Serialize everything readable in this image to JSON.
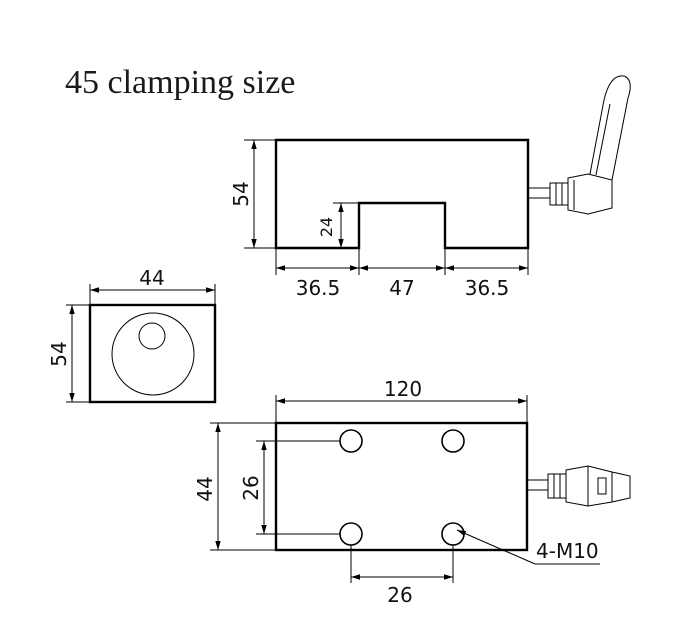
{
  "title": "45 clamping size",
  "front_view": {
    "height": "54",
    "slot_depth": "24",
    "left_width": "36.5",
    "slot_width": "47",
    "right_width": "36.5"
  },
  "side_view": {
    "width": "44",
    "height": "54"
  },
  "top_view": {
    "length": "120",
    "width": "44",
    "hole_spacing_y": "26",
    "hole_spacing_x": "26",
    "thread_label": "4-M10"
  }
}
